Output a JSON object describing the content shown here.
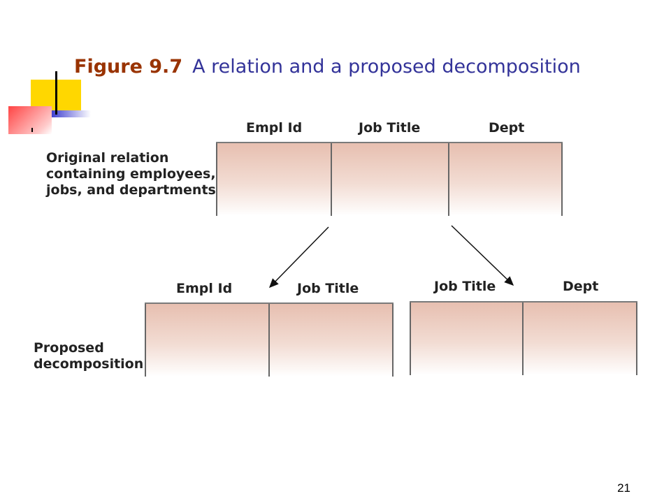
{
  "slide": {
    "figure_label": "Figure 9.7",
    "caption": "A relation and a proposed decomposition",
    "page_number": "21"
  },
  "original": {
    "description": [
      "Original relation",
      "containing employees,",
      "jobs, and departments."
    ],
    "columns": [
      "Empl Id",
      "Job Title",
      "Dept"
    ]
  },
  "decomposition": {
    "description": [
      "Proposed",
      "decomposition"
    ],
    "left_columns": [
      "Empl Id",
      "Job Title"
    ],
    "right_columns": [
      "Job Title",
      "Dept"
    ]
  },
  "colors": {
    "figure_label": "#993300",
    "caption": "#333399",
    "cell_fill": "#e7bfb0"
  }
}
